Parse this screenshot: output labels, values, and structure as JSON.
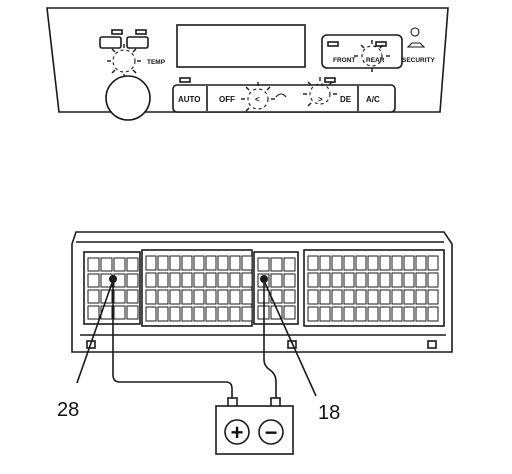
{
  "control_panel": {
    "temp_label": "TEMP",
    "front_label": "FRONT",
    "rear_label": "REAR",
    "security_label": "SECURITY",
    "buttons": [
      "AUTO",
      "OFF",
      "<",
      ">",
      "DE",
      "A/C"
    ]
  },
  "connector": {
    "callouts": [
      "28",
      "18"
    ]
  },
  "battery": {
    "positive_symbol": "+",
    "negative_symbol": "−"
  }
}
